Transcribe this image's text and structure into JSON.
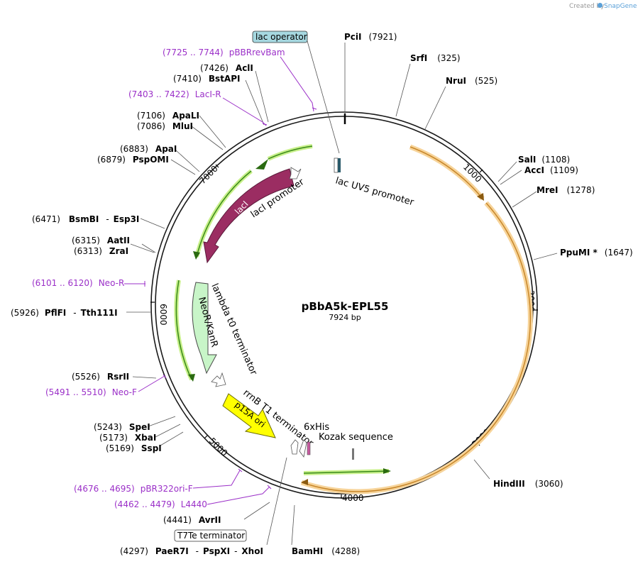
{
  "credit": {
    "created_by": "Created by",
    "brand": "SnapGene"
  },
  "plasmid": {
    "name": "pBbA5k-EPL55",
    "size": "7924 bp"
  },
  "ticks": [
    "1000",
    "2000",
    "3000",
    "4000",
    "5000",
    "6000",
    "7000"
  ],
  "sites": {
    "pcii": {
      "name": "PciI",
      "pos": "(7921)"
    },
    "srfi": {
      "name": "SrfI",
      "pos": "(325)"
    },
    "nrui": {
      "name": "NruI",
      "pos": "(525)"
    },
    "sali": {
      "name": "SalI",
      "pos": "(1108)"
    },
    "acci": {
      "name": "AccI",
      "pos": "(1109)"
    },
    "mrei": {
      "name": "MreI",
      "pos": "(1278)"
    },
    "ppumi": {
      "name": "PpuMI *",
      "pos": "(1647)"
    },
    "hindiii": {
      "name": "HindIII",
      "pos": "(3060)"
    },
    "bamhi": {
      "name": "BamHI",
      "pos": "(4288)"
    },
    "xhoi": {
      "pos": "(4297)",
      "name1": "PaeR7I",
      "sep1": "-",
      "name2": "PspXI",
      "sep2": "-",
      "name3": "XhoI"
    },
    "avrii": {
      "name": "AvrII",
      "pos": "(4441)"
    },
    "sspi": {
      "name": "SspI",
      "pos": "(5169)"
    },
    "xbai": {
      "name": "XbaI",
      "pos": "(5173)"
    },
    "spei": {
      "name": "SpeI",
      "pos": "(5243)"
    },
    "rsrii": {
      "name": "RsrII",
      "pos": "(5526)"
    },
    "pflfi": {
      "pos": "(5926)",
      "name1": "PflFI",
      "sep": "-",
      "name2": "Tth111I"
    },
    "zrai": {
      "name": "ZraI",
      "pos": "(6313)"
    },
    "aatii": {
      "name": "AatII",
      "pos": "(6315)"
    },
    "bsmbi": {
      "pos": "(6471)",
      "name1": "BsmBI",
      "sep": "-",
      "name2": "Esp3I"
    },
    "pspomi": {
      "name": "PspOMI",
      "pos": "(6879)"
    },
    "apai": {
      "name": "ApaI",
      "pos": "(6883)"
    },
    "mlui": {
      "name": "MluI",
      "pos": "(7086)"
    },
    "apali": {
      "name": "ApaLI",
      "pos": "(7106)"
    },
    "bstapi": {
      "name": "BstAPI",
      "pos": "(7410)"
    },
    "acli": {
      "name": "AclI",
      "pos": "(7426)"
    }
  },
  "primers": {
    "pbrrevbam": {
      "range": "(7725 .. 7744)",
      "name": "pBBRrevBam"
    },
    "laci_r": {
      "range": "(7403 .. 7422)",
      "name": "LacI-R"
    },
    "neo_r": {
      "range": "(6101 .. 6120)",
      "name": "Neo-R"
    },
    "neo_f": {
      "range": "(5491 .. 5510)",
      "name": "Neo-F"
    },
    "pbr322ori_f": {
      "range": "(4676 .. 4695)",
      "name": "pBR322ori-F"
    },
    "l4440": {
      "range": "(4462 .. 4479)",
      "name": "L4440"
    }
  },
  "features": {
    "lac_operator": "lac operator",
    "lac_uv5_promoter": "lac UV5 promoter",
    "laci": "lacI",
    "laci_promoter": "lacI promoter",
    "lambda_t0": "lambda t0 terminator",
    "neo_kanr": "NeoR/KanR",
    "rrnb_t1": "rrnB T1 terminator",
    "p15a_ori": "p15A ori",
    "sixxhis": "6xHis",
    "kozak": "Kozak sequence",
    "t7te": "T7Te terminator"
  },
  "colors": {
    "backbone": "#1a1a1a",
    "orange_feature": "#c8872a",
    "orange_glow": "#f7d49a",
    "green_feature": "#3a8a1a",
    "green_glow": "#c8f08a",
    "laci": "#9b2d62",
    "neo_kanr": "#c8f5c8",
    "p15a_ori": "#ffff00",
    "primer": "#9b30c8",
    "lac_operator_box": "#a6d8e0"
  }
}
